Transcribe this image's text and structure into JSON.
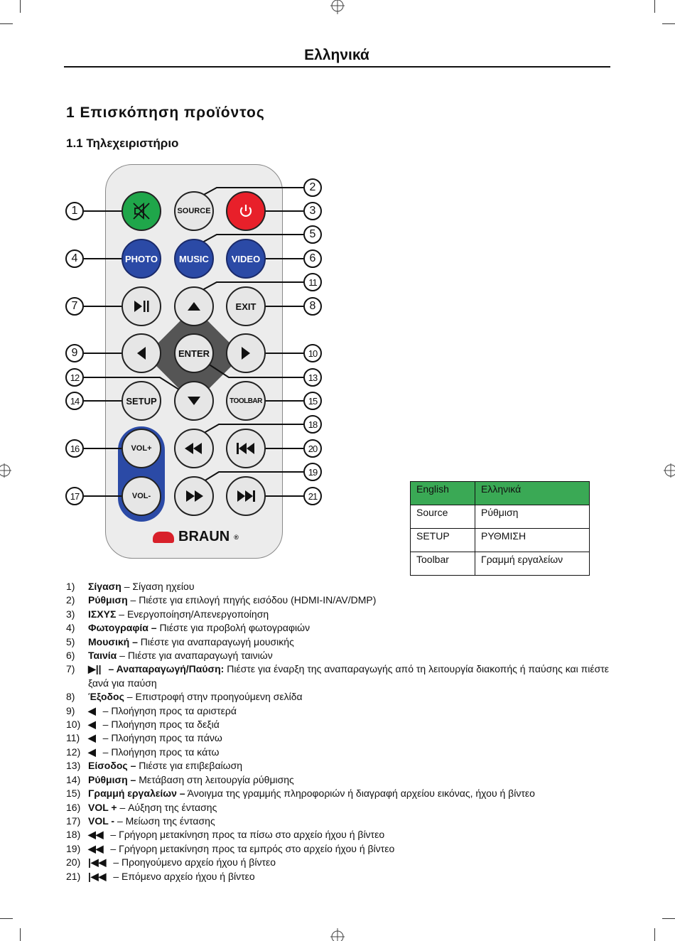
{
  "header": {
    "language": "Ελληνικά"
  },
  "section": {
    "title": "1  Επισκόπηση προϊόντος",
    "subtitle": "1.1  Τηλεχειριστήριο"
  },
  "remote": {
    "buttons": {
      "mute": "",
      "source": "SOURCE",
      "power": "",
      "photo": "PHOTO",
      "music": "MUSIC",
      "video": "VIDEO",
      "exit": "EXIT",
      "enter": "ENTER",
      "setup": "SETUP",
      "toolbar": "TOOLBAR",
      "vol_up": "VOL+",
      "vol_down": "VOL-"
    },
    "brand": "BRAUN",
    "brand_mark": "®",
    "callouts": [
      "1",
      "2",
      "3",
      "4",
      "5",
      "6",
      "7",
      "8",
      "9",
      "10",
      "11",
      "12",
      "13",
      "14",
      "15",
      "16",
      "17",
      "18",
      "19",
      "20",
      "21"
    ]
  },
  "terms_table": {
    "header": [
      "English",
      "Ελληνικά"
    ],
    "rows": [
      [
        "Source",
        "Ρύθμιση"
      ],
      [
        "SETUP",
        "ΡΥΘΜΙΣΗ"
      ],
      [
        "Toolbar",
        "Γραμμή εργαλείων"
      ]
    ],
    "header_color": "#3aa955"
  },
  "legend": [
    {
      "num": "1)",
      "icon": "",
      "term": "Σίγαση",
      "desc": " – Σίγαση ηχείου"
    },
    {
      "num": "2)",
      "icon": "",
      "term": "Ρύθμιση",
      "desc": " – Πιέστε για επιλογή πηγής εισόδου (HDMI-IN/AV/DMP)"
    },
    {
      "num": "3)",
      "icon": "",
      "term": "ΙΣΧΥΣ",
      "desc": " – Ενεργοποίηση/Απενεργοποίηση"
    },
    {
      "num": "4)",
      "icon": "",
      "term": "Φωτογραφία –",
      "desc": " Πιέστε για προβολή φωτογραφιών"
    },
    {
      "num": "5)",
      "icon": "",
      "term": "Μουσική –",
      "desc": " Πιέστε για αναπαραγωγή μουσικής"
    },
    {
      "num": "6)",
      "icon": "",
      "term": "Ταινία",
      "desc": " – Πιέστε για αναπαραγωγή ταινιών"
    },
    {
      "num": "7)",
      "icon": "▶||",
      "term": " – Αναπαραγωγή/Παύση:",
      "desc": " Πιέστε για έναρξη της αναπαραγωγής από τη λειτουργία διακοπής ή παύσης και πιέστε ξανά για παύση"
    },
    {
      "num": "8)",
      "icon": "",
      "term": "Έξοδος",
      "desc": " – Επιστροφή στην προηγούμενη σελίδα"
    },
    {
      "num": "9)",
      "icon": "◀",
      "term": "",
      "desc": " – Πλοήγηση προς τα αριστερά"
    },
    {
      "num": "10)",
      "icon": "◀",
      "term": "",
      "desc": " – Πλοήγηση προς τα δεξιά"
    },
    {
      "num": "11)",
      "icon": "◀",
      "term": "",
      "desc": " – Πλοήγηση προς τα πάνω"
    },
    {
      "num": "12)",
      "icon": "◀",
      "term": "",
      "desc": " – Πλοήγηση προς τα κάτω"
    },
    {
      "num": "13)",
      "icon": "",
      "term": "Είσοδος –",
      "desc": " Πιέστε για επιβεβαίωση"
    },
    {
      "num": "14)",
      "icon": "",
      "term": "Ρύθμιση –",
      "desc": " Μετάβαση στη λειτουργία ρύθμισης"
    },
    {
      "num": "15)",
      "icon": "",
      "term": "Γραμμή εργαλείων –",
      "desc": " Άνοιγμα της γραμμής πληροφοριών ή διαγραφή αρχείου εικόνας, ήχου ή βίντεο"
    },
    {
      "num": "16)",
      "icon": "",
      "term": "VOL +",
      "desc": " – Αύξηση της έντασης"
    },
    {
      "num": "17)",
      "icon": "",
      "term": "VOL -",
      "desc": " – Μείωση της έντασης"
    },
    {
      "num": "18)",
      "icon": "◀◀",
      "term": "",
      "desc": " – Γρήγορη μετακίνηση προς τα πίσω στο αρχείο ήχου ή βίντεο"
    },
    {
      "num": "19)",
      "icon": "◀◀",
      "term": "",
      "desc": " – Γρήγορη μετακίνηση προς τα εμπρός στο αρχείο ήχου ή βίντεο"
    },
    {
      "num": "20)",
      "icon": "|◀◀",
      "term": "",
      "desc": " – Προηγούμενο αρχείο ήχου ή βίντεο"
    },
    {
      "num": "21)",
      "icon": "|◀◀",
      "term": "",
      "desc": " – Επόμενο αρχείο ήχου ή βίντεο"
    }
  ]
}
